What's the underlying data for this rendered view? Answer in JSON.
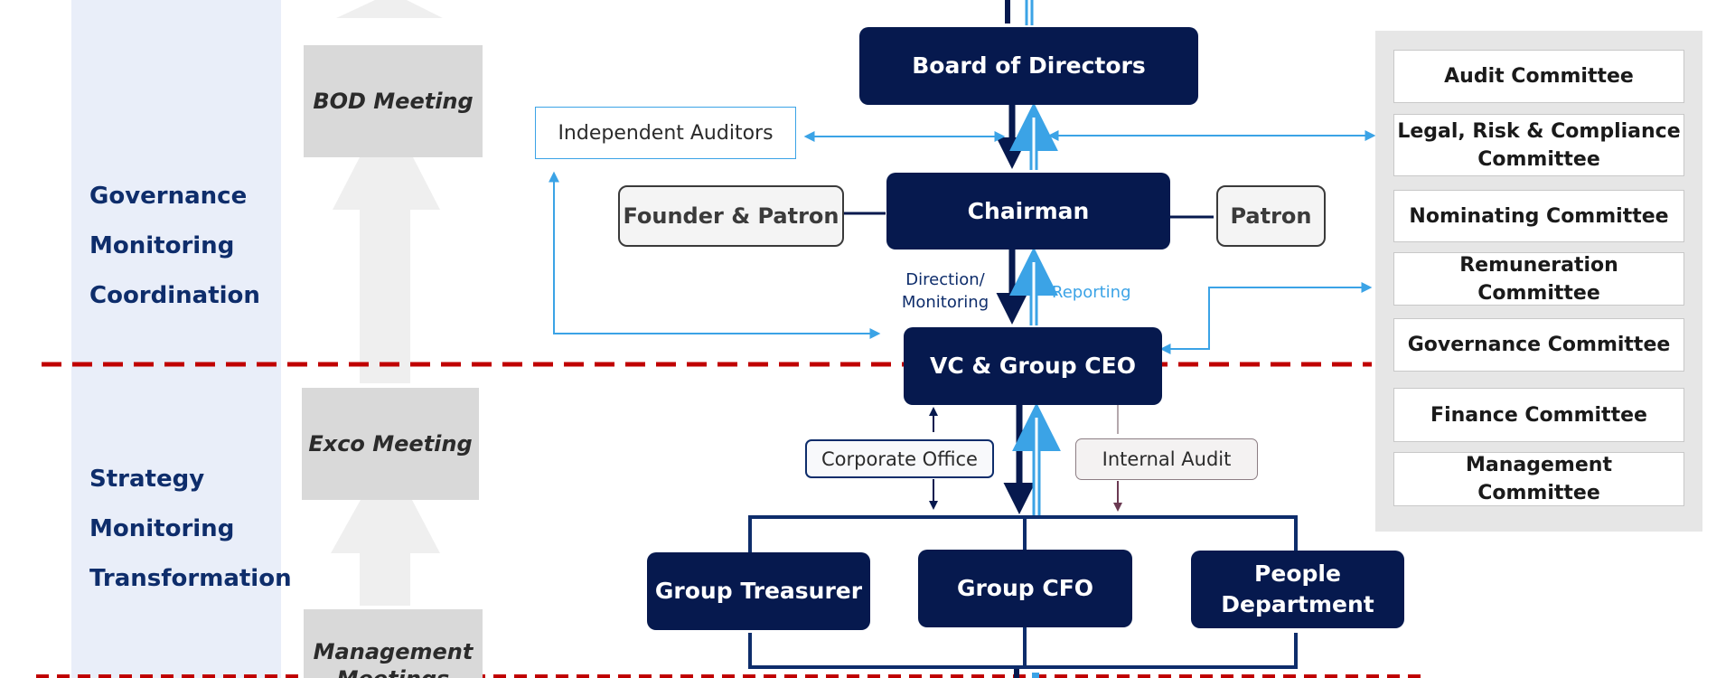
{
  "sections": {
    "governance": "Governance\nMonitoring\nCoordination",
    "strategy": "Strategy\nMonitoring\nTransformation"
  },
  "meetings": {
    "bod": "BOD Meeting",
    "exco": "Exco Meeting",
    "management": "Management\nMeetings"
  },
  "org": {
    "board": "Board of Directors",
    "chairman": "Chairman",
    "founder": "Founder & Patron",
    "patron": "Patron",
    "ceo": "VC & Group CEO",
    "treasurer": "Group Treasurer",
    "cfo": "Group CFO",
    "people": "People\nDepartment",
    "auditors": "Independent Auditors",
    "corporate_office": "Corporate Office",
    "internal_audit": "Internal Audit",
    "direction_label": "Direction/\nMonitoring",
    "reporting_label": "Reporting"
  },
  "committees": [
    "Audit Committee",
    "Legal, Risk & Compliance\nCommittee",
    "Nominating Committee",
    "Remuneration\nCommittee",
    "Governance Committee",
    "Finance Committee",
    "Management\nCommittee"
  ],
  "colors": {
    "navy": "#06194E",
    "light_blue": "#3BA3E6",
    "divider_red": "#C00000",
    "band": "#E9EEF9"
  }
}
